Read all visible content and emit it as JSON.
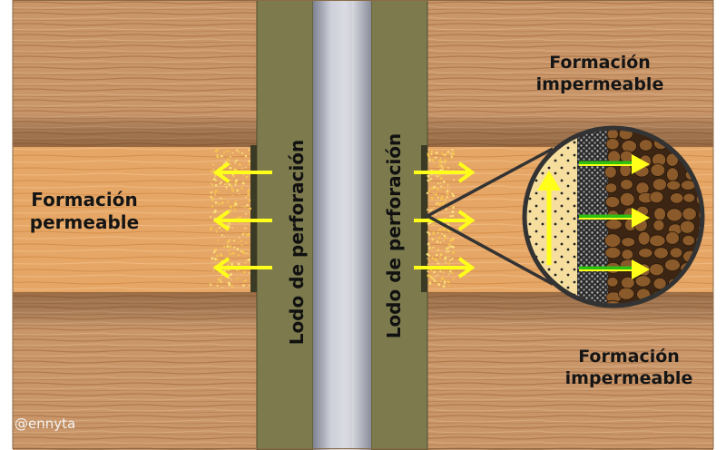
{
  "labels": {
    "permeable": "Formación\npermeable",
    "impermeable_top": "Formación\nimpermeable",
    "impermeable_bottom": "Formación\nimpermeable",
    "mud_left": "Lodo de perforación",
    "mud_right": "Lodo de perforación"
  },
  "credit": "@ennyta",
  "colors": {
    "impermeable_wood": "#c9966a",
    "permeable_wood": "#e3a565",
    "mud": "#7d7b4e",
    "pipe": "#a9abb7",
    "arrow_yellow": "#ffff1a",
    "arrow_green": "#2fbf12",
    "frame": "#333333"
  },
  "icons": [
    "filtrate-arrow",
    "magnifier-circle",
    "pipe"
  ]
}
